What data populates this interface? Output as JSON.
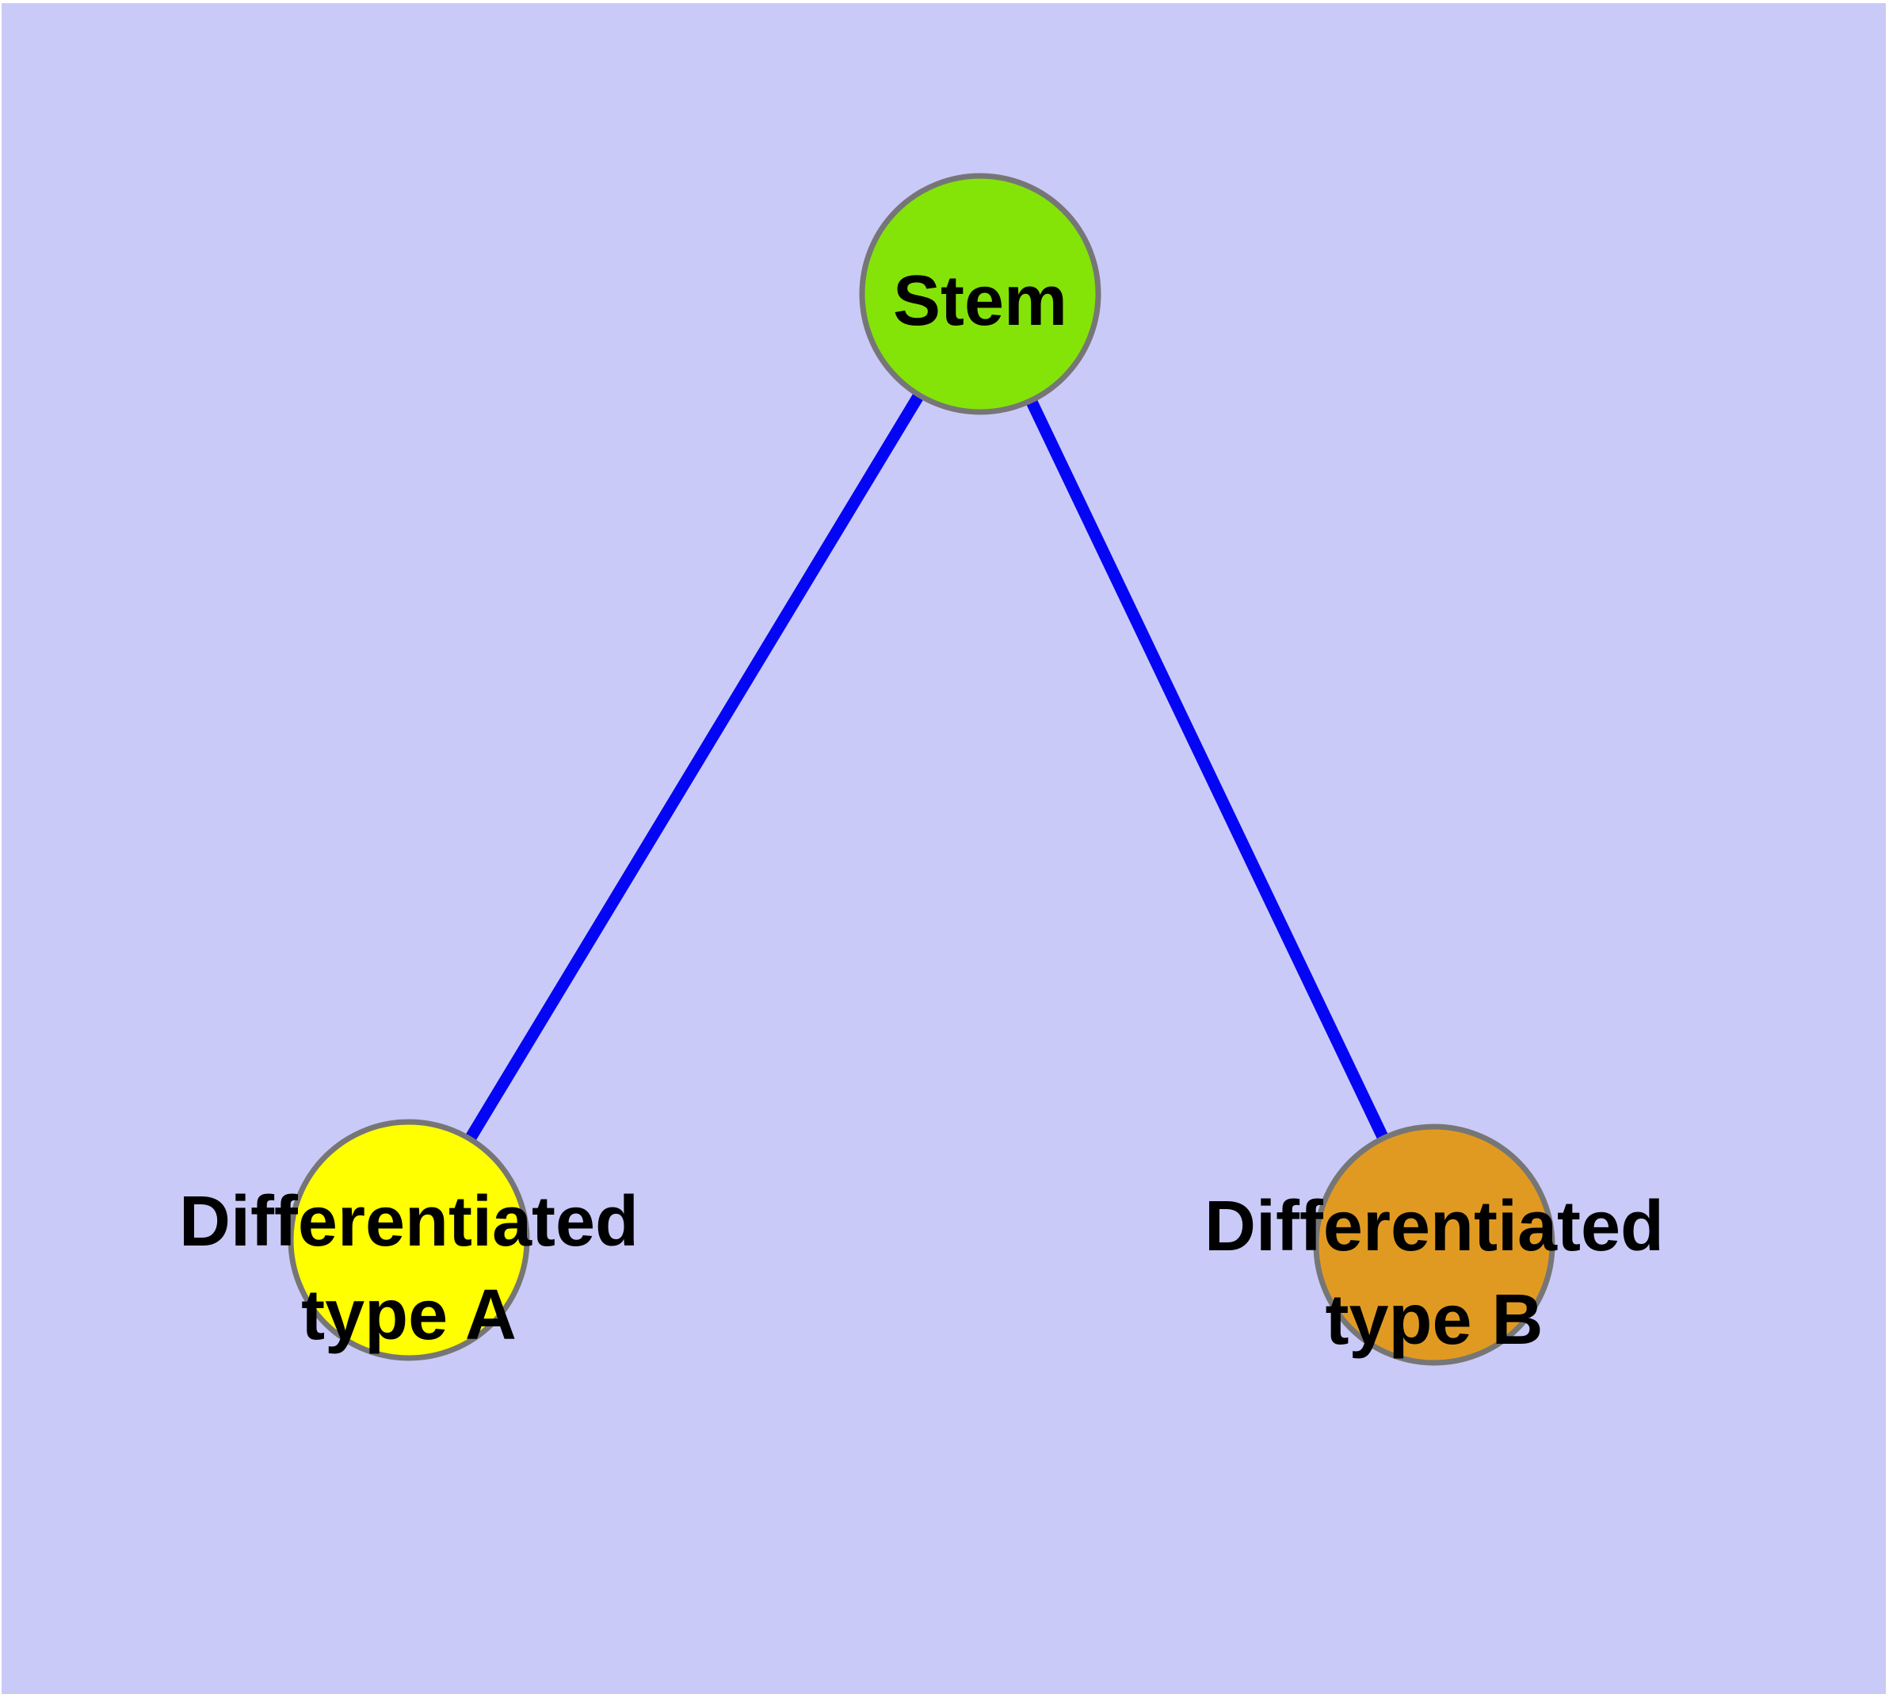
{
  "diagram": {
    "background_color": "#CACAF8",
    "frame_color": "#FFFFFF",
    "edge_color": "#0505F5",
    "node_border_color": "#767676",
    "label_color": "#000000",
    "nodes": {
      "stem": {
        "label": "Stem",
        "color": "#84E408"
      },
      "type_a": {
        "label_line1": "Differentiated",
        "label_line2": "type A",
        "color": "#FFFF00"
      },
      "type_b": {
        "label_line1": "Differentiated",
        "label_line2": "type B",
        "color": "#E19A21"
      }
    },
    "edges": [
      {
        "from": "Stem",
        "to": "Differentiated type A"
      },
      {
        "from": "Stem",
        "to": "Differentiated type B"
      }
    ]
  }
}
